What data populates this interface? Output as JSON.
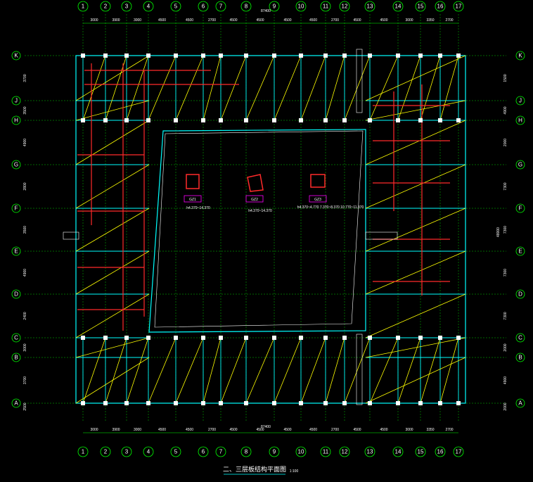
{
  "drawing": {
    "title": "二、三层板结构平面图",
    "scale": "1:100",
    "total_dim": "87400",
    "total_dim_vertical": "48000"
  },
  "grid": {
    "cols": [
      "1",
      "2",
      "3",
      "4",
      "5",
      "6",
      "7",
      "8",
      "9",
      "10",
      "11",
      "12",
      "13",
      "14",
      "15",
      "16",
      "17"
    ],
    "rows": [
      "A",
      "B",
      "C",
      "D",
      "E",
      "F",
      "G",
      "H",
      "J",
      "K"
    ],
    "col_dims": [
      "3000",
      "3900",
      "3000",
      "4500",
      "4500",
      "2700",
      "4500",
      "4500",
      "4500",
      "4500",
      "2700",
      "4500",
      "4500",
      "3000",
      "3350",
      "2700"
    ],
    "row_dims_left": [
      "2500",
      "3700",
      "3000",
      "2400",
      "4900",
      "3500",
      "2800",
      "4900",
      "3500",
      "3700"
    ],
    "row_dims_right": [
      "2000",
      "4900",
      "2000",
      "7300",
      "7300",
      "7300",
      "7300",
      "2000",
      "4900",
      "1500"
    ]
  },
  "columns": [
    {
      "name": "GZ1",
      "spec": "h4.370~14.370"
    },
    {
      "name": "GZ2",
      "spec": "h4.370~14.370"
    },
    {
      "name": "GZ3",
      "spec": "h4.370~4.770  7.370~8.370  10.770~11.370"
    }
  ],
  "colors": {
    "grid": "#00ff00",
    "beam": "#00ffff",
    "rebar": "#ff2a2a",
    "diagonal": "#ffff00",
    "annotation": "#ff00ff",
    "text": "#ffffff"
  }
}
